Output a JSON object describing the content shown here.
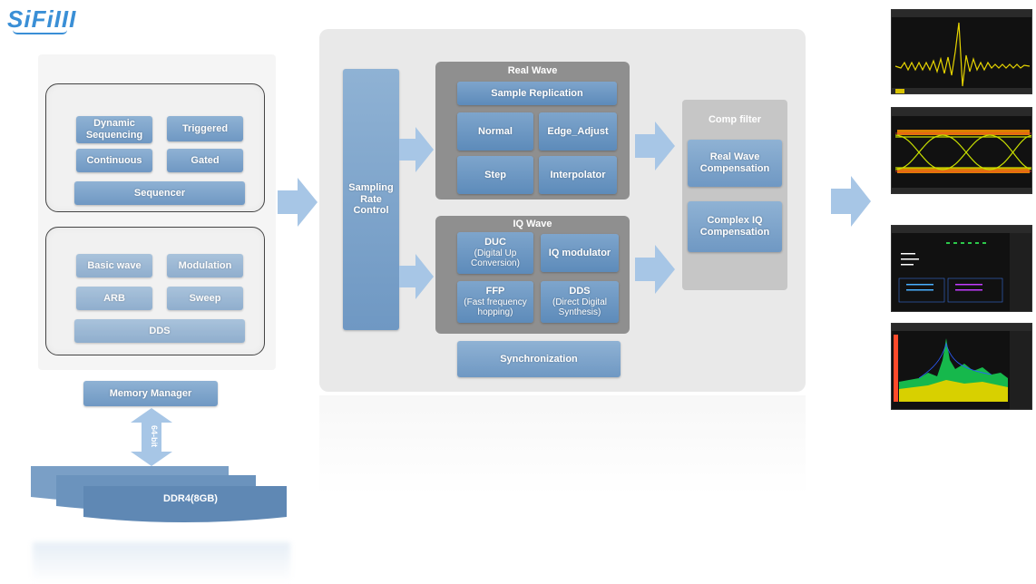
{
  "logo": "SiFiIII",
  "left": {
    "sequencer_group": {
      "items": [
        "Dynamic Sequencing",
        "Triggered",
        "Continuous",
        "Gated"
      ],
      "bar": "Sequencer"
    },
    "wave_group": {
      "items": [
        "Basic wave",
        "Modulation",
        "ARB",
        "Sweep"
      ],
      "bar": "DDS"
    },
    "memory_manager": "Memory Manager",
    "bus_label": "64-bit",
    "ddr": "DDR4(8GB)"
  },
  "center": {
    "sampling": "Sampling Rate Control",
    "real_wave": {
      "title": "Real Wave",
      "top": "Sample Replication",
      "cells": [
        "Normal",
        "Edge_Adjust",
        "Step",
        "Interpolator"
      ]
    },
    "iq_wave": {
      "title": "IQ Wave",
      "cells": [
        {
          "title": "DUC",
          "sub": "(Digital Up Conversion)"
        },
        {
          "title": "IQ modulator",
          "sub": ""
        },
        {
          "title": "FFP",
          "sub": "(Fast frequency hopping)"
        },
        {
          "title": "DDS",
          "sub": "(Direct Digital Synthesis)"
        }
      ]
    },
    "synchronization": "Synchronization"
  },
  "comp": {
    "title": "Comp filter",
    "items": [
      "Real Wave Compensation",
      "Complex IQ Compensation"
    ]
  },
  "colors": {
    "block_blue": "#7aa1c9",
    "arrow_blue": "#a7c6e6",
    "gray_group": "#8f8f8f",
    "logo_blue": "#3a8fd6"
  },
  "screens": [
    "pulse-waveform-screenshot",
    "eye-diagram-screenshot",
    "analysis-table-screenshot",
    "spectrum-screenshot"
  ]
}
